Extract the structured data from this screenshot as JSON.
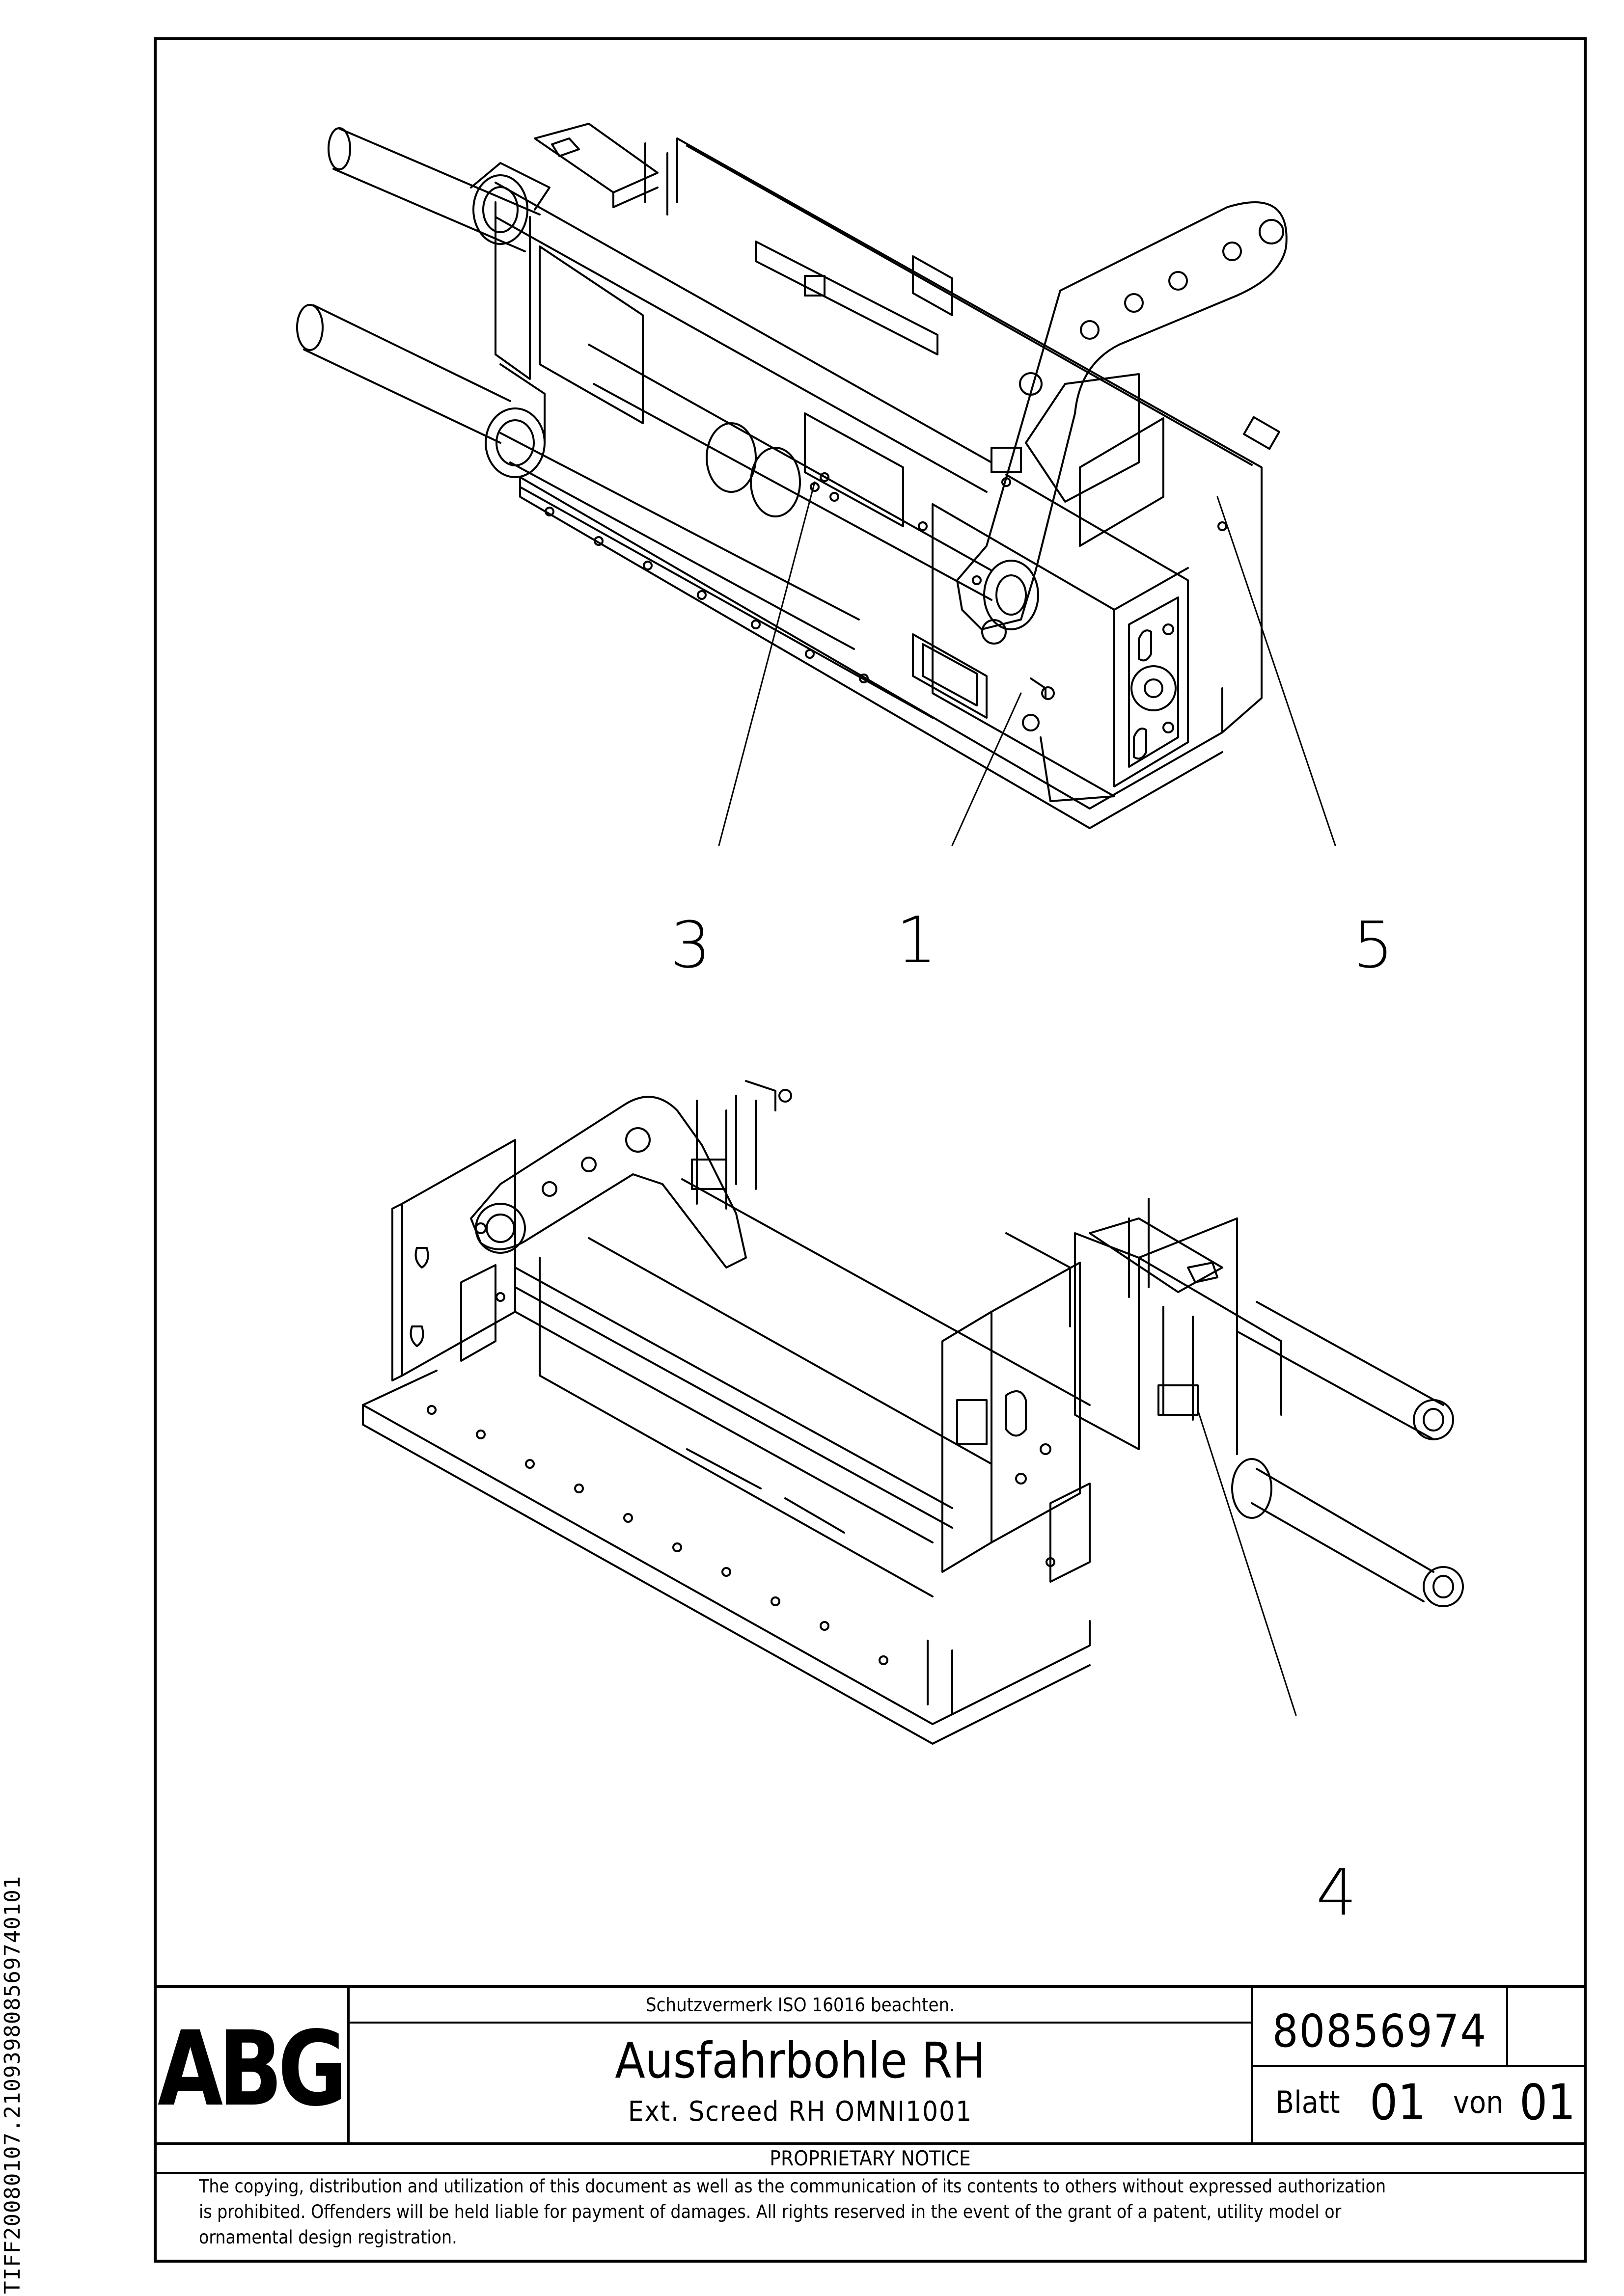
{
  "side_id": "TIFF20080107.210939808569740101",
  "callouts": {
    "c3": "3",
    "c1": "1",
    "c5": "5",
    "c4": "4"
  },
  "title_block": {
    "logo": "ABG",
    "protection_note": "Schutzvermerk ISO 16016 beachten.",
    "title_de": "Ausfahrbohle RH",
    "title_en": "Ext. Screed RH OMNI1001",
    "drawing_number": "80856974",
    "sheet_label": "Blatt",
    "sheet_number": "01",
    "of_label": "von",
    "sheet_total": "01",
    "notice_heading": "PROPRIETARY NOTICE",
    "notice_line1": "The copying, distribution and utilization of this document as well as the communication of its contents to others without expressed authorization",
    "notice_line2": "is prohibited. Offenders will be held liable for payment of damages. All rights reserved in the event of the grant of a patent, utility model or",
    "notice_line3": "ornamental design registration."
  }
}
